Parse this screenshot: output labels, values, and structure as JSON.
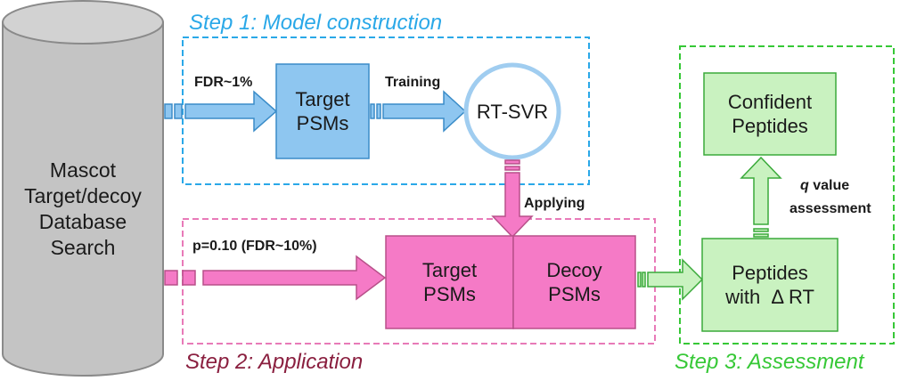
{
  "steps": {
    "step1": "Step 1: Model construction",
    "step2": "Step 2: Application",
    "step3": "Step 3: Assessment"
  },
  "nodes": {
    "database": [
      "Mascot",
      "Target/decoy",
      "Database",
      "Search"
    ],
    "target_psms_1": [
      "Target",
      "PSMs"
    ],
    "rt_svr": "RT-SVR",
    "target_psms_2": [
      "Target",
      "PSMs"
    ],
    "decoy_psms": [
      "Decoy",
      "PSMs"
    ],
    "peptides_rt_1": "Peptides",
    "peptides_rt_2": "with  Δ RT",
    "confident": [
      "Confident",
      "Peptides"
    ]
  },
  "edges": {
    "fdr1": "FDR~1%",
    "training": "Training",
    "applying": "Applying",
    "p010": "p=0.10 (FDR~10%)",
    "qvalue_q": "q",
    "qvalue_rest": " value",
    "assessment": "assessment"
  },
  "colors": {
    "step1": "#2aa8e8",
    "step2": "#c06090",
    "step2_text": "#8a1f3f",
    "step3": "#36c836",
    "blue_fill": "#8ec6f0",
    "pink_fill": "#f57ac6",
    "green_fill": "#c9f2c0",
    "cylinder": "#c4c4c4"
  }
}
